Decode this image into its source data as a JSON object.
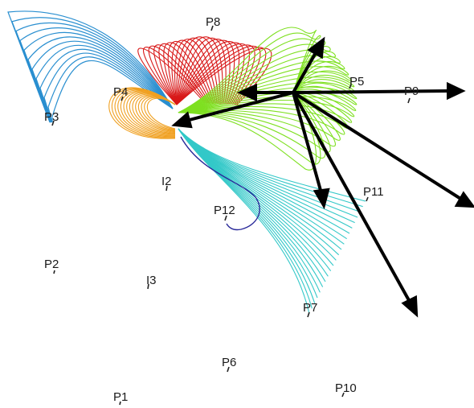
{
  "nodes": [
    {
      "id": "P1",
      "label": "P1"
    },
    {
      "id": "P2",
      "label": "P2"
    },
    {
      "id": "P3",
      "label": "P3"
    },
    {
      "id": "P4",
      "label": "P4"
    },
    {
      "id": "P5",
      "label": "P5"
    },
    {
      "id": "P6",
      "label": "P6"
    },
    {
      "id": "P7",
      "label": "P7"
    },
    {
      "id": "P8",
      "label": "P8"
    },
    {
      "id": "P9",
      "label": "P9"
    },
    {
      "id": "P10",
      "label": "P10"
    },
    {
      "id": "P11",
      "label": "P11"
    },
    {
      "id": "P12",
      "label": "P12"
    },
    {
      "id": "I2",
      "label": "I2"
    },
    {
      "id": "I3",
      "label": "I3"
    }
  ],
  "colors": {
    "blue_fan": "#2a8fd0",
    "orange_fan": "#f0a020",
    "red_fan": "#d81818",
    "green_fan": "#7ee020",
    "cyan_fan": "#33c8c8",
    "navy_curve": "#2a2a9a",
    "arrows": "#000000"
  }
}
